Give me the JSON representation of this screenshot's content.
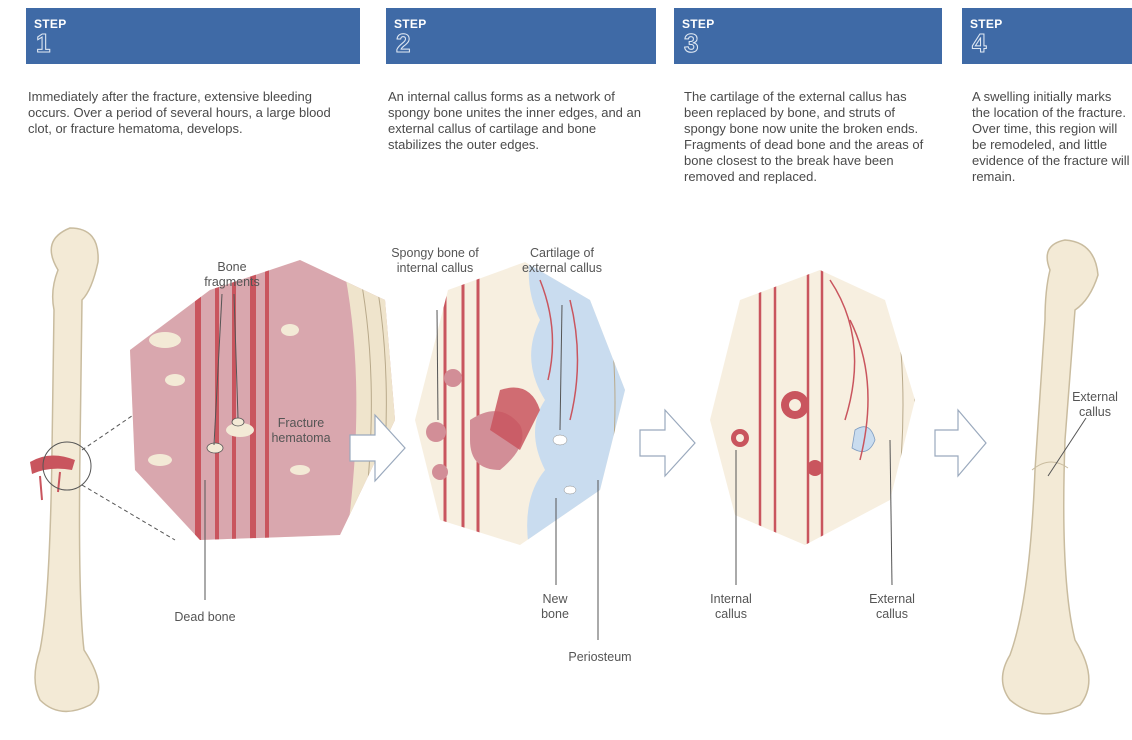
{
  "steps": [
    {
      "step_label": "STEP",
      "number": "1",
      "description": "Immediately after the fracture, extensive bleeding occurs. Over a period of several hours, a large blood clot, or fracture hematoma, develops.",
      "labels": {
        "bone_fragments": "Bone fragments",
        "fracture_hematoma": "Fracture hematoma",
        "dead_bone": "Dead bone"
      }
    },
    {
      "step_label": "STEP",
      "number": "2",
      "description": "An internal callus forms as a network of spongy bone unites the inner edges, and an external callus of cartilage and bone stabilizes the outer edges.",
      "labels": {
        "spongy_bone": "Spongy bone of internal callus",
        "cartilage": "Cartilage of external callus",
        "new_bone": "New bone",
        "periosteum": "Periosteum"
      }
    },
    {
      "step_label": "STEP",
      "number": "3",
      "description": "The cartilage of the external callus has been replaced by bone, and struts of spongy bone now unite the broken ends. Fragments of dead bone and the areas of bone closest to the break have been removed and replaced.",
      "labels": {
        "internal_callus": "Internal callus",
        "external_callus": "External callus"
      }
    },
    {
      "step_label": "STEP",
      "number": "4",
      "description": "A swelling initially marks the location of the fracture. Over time, this region will be remodeled, and little evidence of the fracture will remain.",
      "labels": {
        "external_callus": "External callus"
      }
    }
  ],
  "colors": {
    "banner": "#3f6aa6",
    "bone": "#f3ead6",
    "hematoma": "#d28e97",
    "blood_vessel": "#c9555e",
    "cartilage": "#c9dcef"
  }
}
